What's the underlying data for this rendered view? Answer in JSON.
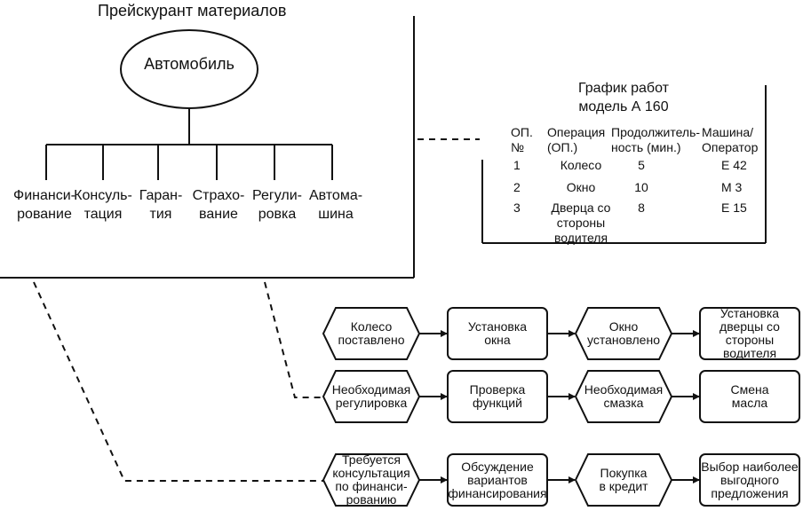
{
  "title": "Прейскурант материалов",
  "root": "Автомобиль",
  "categories": [
    "Финанси-\nрование",
    "Консуль-\nтация",
    "Гаран-\nтия",
    "Страхо-\nвание",
    "Регули-\nровка",
    "Автома-\nшина"
  ],
  "schedule": {
    "title": "График работ\nмодель А 160",
    "headers": [
      "ОП.\n№",
      "Операция\n(ОП.)",
      "Продолжитель-\nность (мин.)",
      "Машина/\nОператор"
    ],
    "rows": [
      [
        "1",
        "Колесо",
        "5",
        "Е 42"
      ],
      [
        "2",
        "Окно",
        "10",
        "М 3"
      ],
      [
        "3",
        "Дверца со\nстороны\nводителя",
        "8",
        "Е 15"
      ]
    ]
  },
  "flows": [
    [
      "Колесо\nпоставлено",
      "Установка\nокна",
      "Окно\nустановлено",
      "Установка\nдверцы со\nстороны\nводителя"
    ],
    [
      "Необходимая\nрегулировка",
      "Проверка\nфункций",
      "Необходимая\nсмазка",
      "Смена\nмасла"
    ],
    [
      "Требуется\nконсультация\nпо финанси-\nрованию",
      "Обсуждение\nвариантов\nфинансирования",
      "Покупка\nв кредит",
      "Выбор наиболее\nвыгодного\nпредложения"
    ]
  ]
}
